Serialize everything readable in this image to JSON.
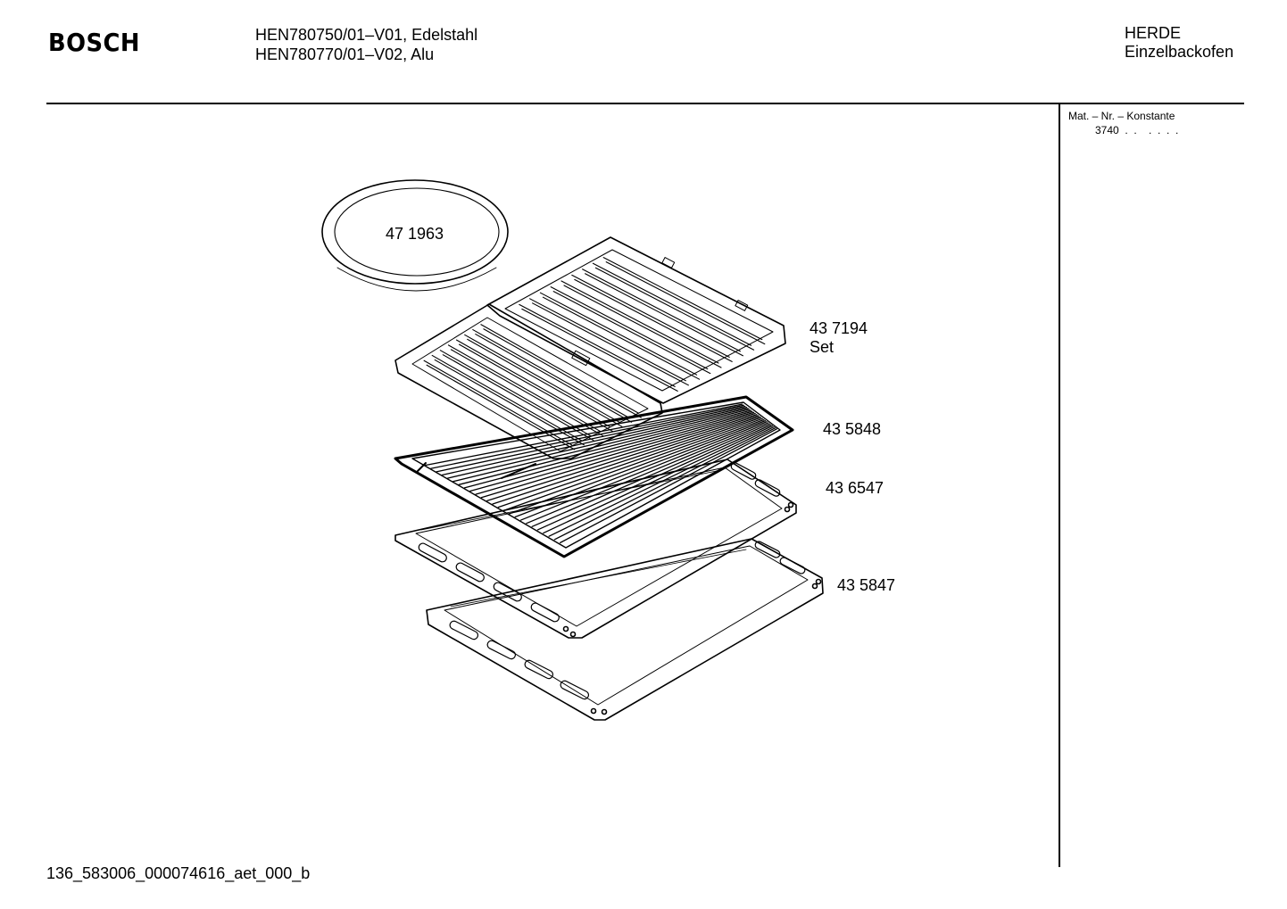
{
  "header": {
    "logo": "BOSCH",
    "model_line_1": "HEN780750/01–V01, Edelstahl",
    "model_line_2": "HEN780770/01–V02,  Alu",
    "category_line_1": "HERDE",
    "category_line_2": "Einzelbackofen"
  },
  "sidebar": {
    "mat_label": "Mat. – Nr. – Konstante",
    "mat_value": "3740  .  .    .  .  .  ."
  },
  "parts": [
    {
      "number": "47 1963",
      "note": ""
    },
    {
      "number": "43 7194",
      "note": "Set"
    },
    {
      "number": "43 5848",
      "note": ""
    },
    {
      "number": "43 6547",
      "note": ""
    },
    {
      "number": "43 5847",
      "note": ""
    }
  ],
  "footer": {
    "code": "136_583006_000074616_aet_000_b"
  },
  "colors": {
    "ink": "#000000",
    "paper": "#ffffff"
  }
}
